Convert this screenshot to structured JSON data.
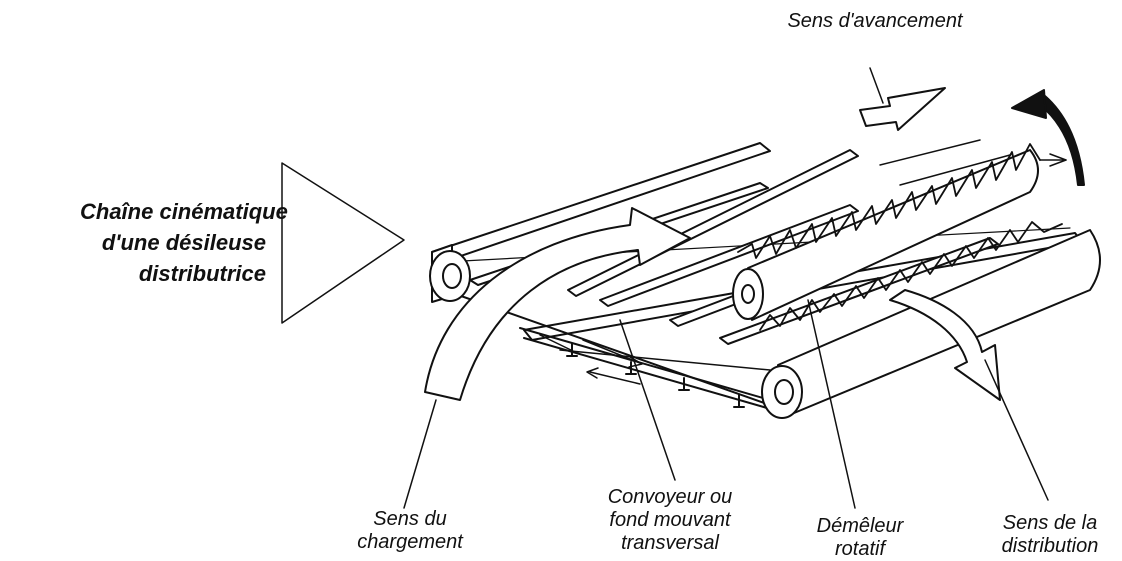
{
  "title": {
    "line1": "Chaîne cinématique",
    "line2": "d'une désileuse",
    "line3": "distributrice"
  },
  "labels": {
    "advance": "Sens d'avancement",
    "loading": {
      "line1": "Sens du",
      "line2": "chargement"
    },
    "conveyor": {
      "line1": "Convoyeur ou",
      "line2": "fond mouvant",
      "line3": "transversal"
    },
    "demeleur": {
      "line1": "Démêleur",
      "line2": "rotatif"
    },
    "distribution": {
      "line1": "Sens de la",
      "line2": "distribution"
    }
  },
  "colors": {
    "ink": "#111111",
    "paper": "#ffffff"
  },
  "icons": [
    "pointer-triangle",
    "advance-arrow",
    "rotation-arrow",
    "loading-arrow",
    "distribution-arrow"
  ]
}
